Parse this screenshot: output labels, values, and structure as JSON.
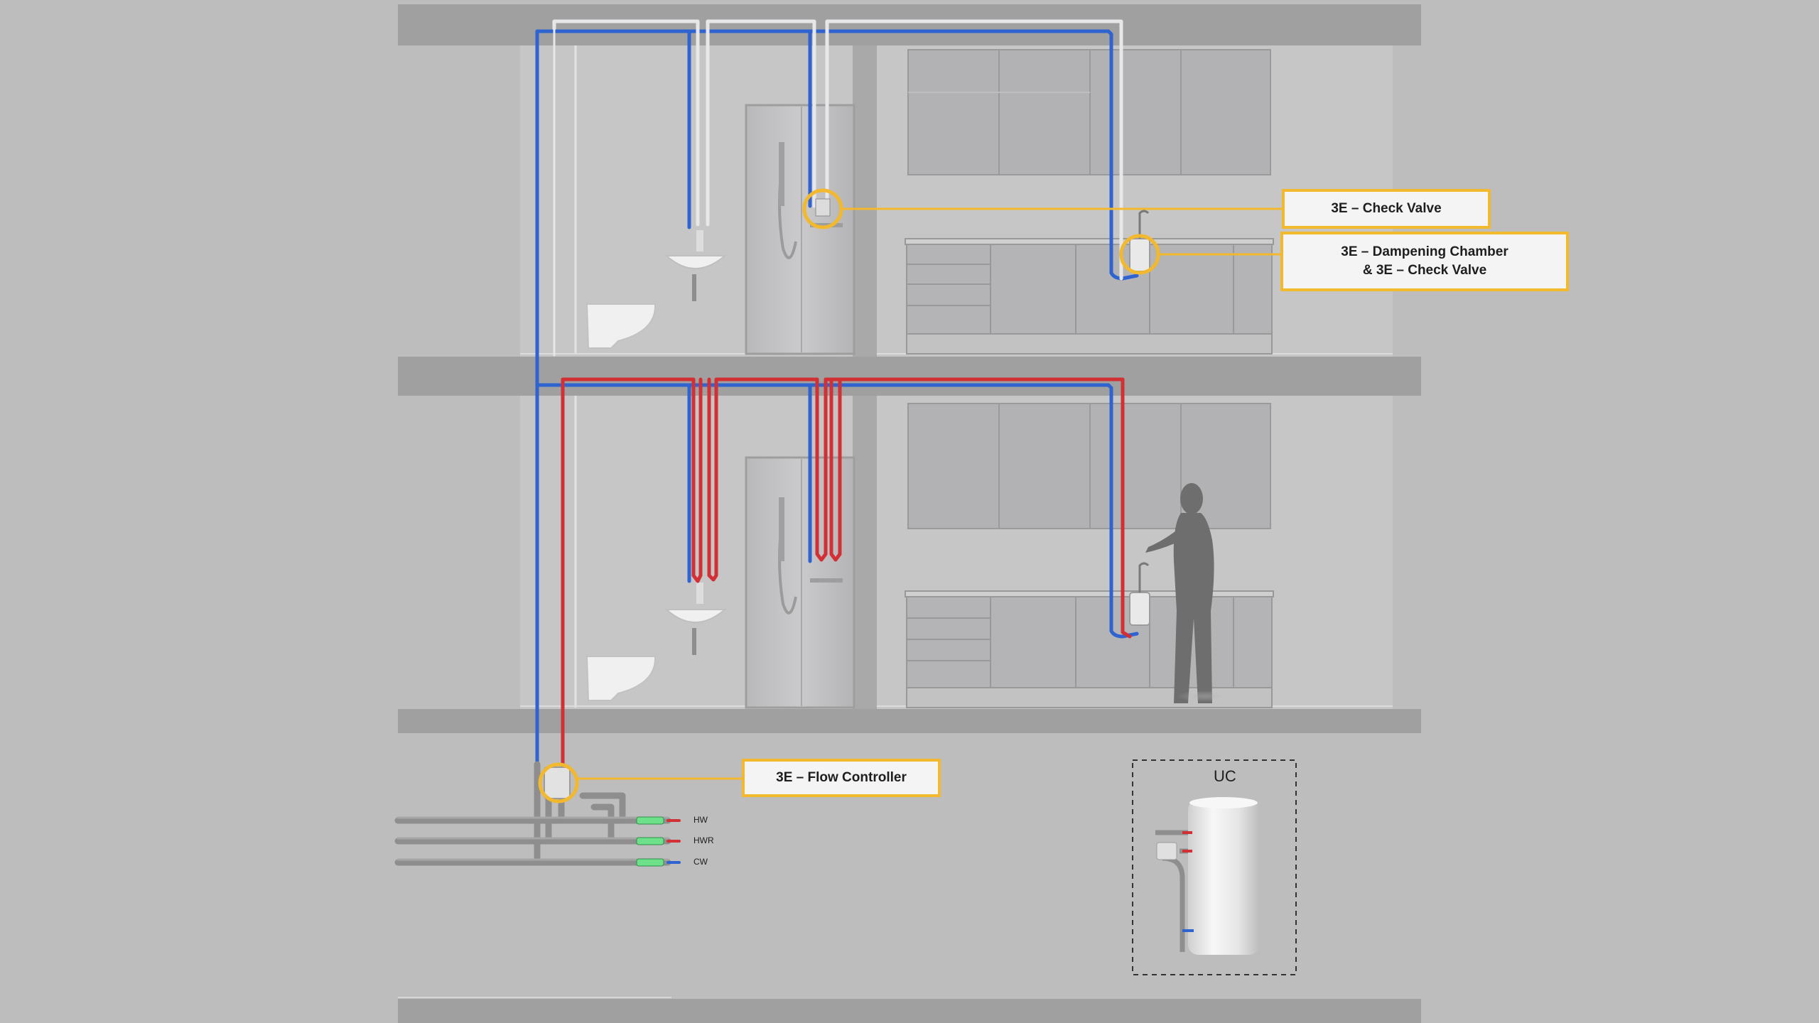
{
  "callouts": {
    "check_valve": "3E – Check Valve",
    "dampening_line1": "3E – Dampening Chamber",
    "dampening_line2": "&  3E – Check Valve",
    "flow_controller": "3E – Flow Controller"
  },
  "pipe_labels": {
    "hw": "HW",
    "hwr": "HWR",
    "cw": "CW"
  },
  "unit_label": "UC",
  "colors": {
    "background": "#bdbdbd",
    "slab": "#a0a0a0",
    "wall_room": "#c6c6c6",
    "cold_pipe": "#2e63d0",
    "hot_pipe": "#d23034",
    "return_pipe": "#e7e7ea",
    "callout_border": "#f2b82e",
    "callout_fill": "#f4f4f4",
    "main_pipe": "#8e8e8e"
  }
}
